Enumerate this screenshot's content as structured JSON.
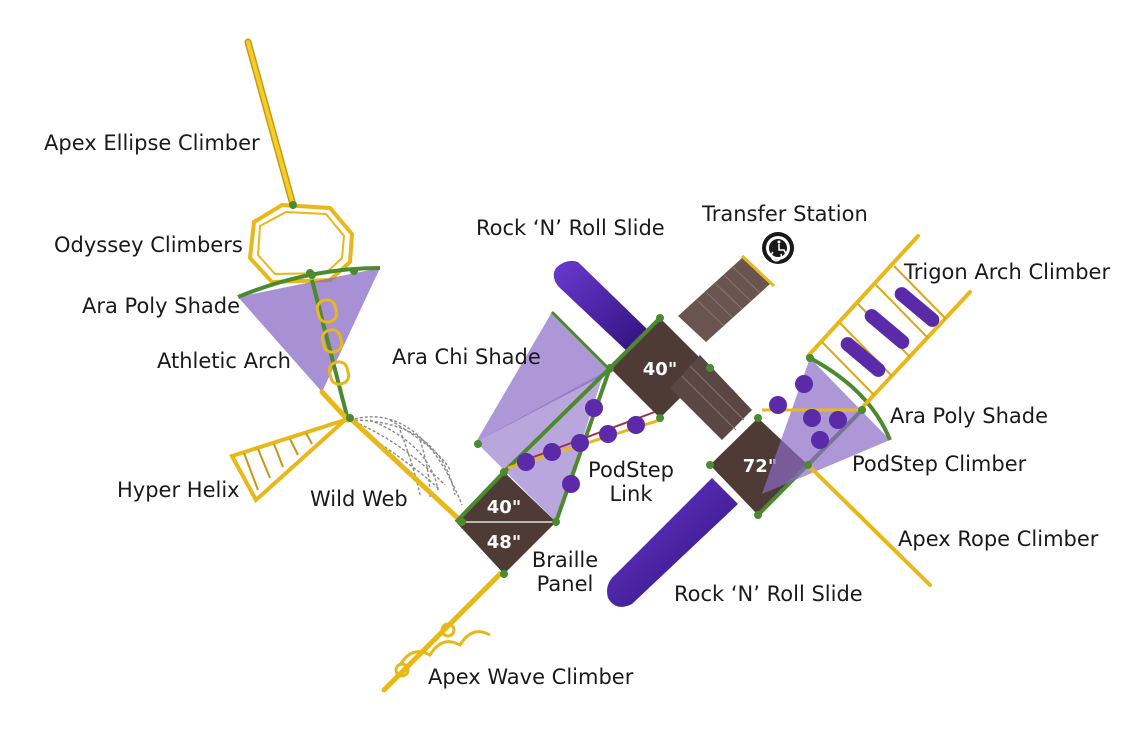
{
  "labels": {
    "apex_ellipse_climber": "Apex Ellipse Climber",
    "odyssey_climbers": "Odyssey Climbers",
    "ara_poly_shade_left": "Ara Poly Shade",
    "athletic_arch": "Athletic Arch",
    "hyper_helix": "Hyper Helix",
    "wild_web": "Wild Web",
    "rock_n_roll_slide_top": "Rock ‘N’ Roll Slide",
    "transfer_station": "Transfer Station",
    "ara_chi_shade": "Ara Chi Shade",
    "podstep_link_1": "PodStep",
    "podstep_link_2": "Link",
    "braille_panel_1": "Braille",
    "braille_panel_2": "Panel",
    "apex_wave_climber": "Apex Wave Climber",
    "trigon_arch_climber": "Trigon Arch Climber",
    "ara_poly_shade_right": "Ara Poly Shade",
    "podstep_climber": "PodStep Climber",
    "apex_rope_climber": "Apex Rope Climber",
    "rock_n_roll_slide_bottom": "Rock ‘N’ Roll Slide"
  },
  "decks": {
    "deck_a_top": "40\"",
    "deck_a_bottom": "48\"",
    "deck_b": "40\"",
    "deck_c": "72\""
  },
  "colors": {
    "frame_yellow": "#f2c417",
    "frame_green": "#4b8a2e",
    "deck_brown": "#4e3b36",
    "shade_purple": "#8a6bc4",
    "slide_purple": "#4a1fa0",
    "pod_purple": "#5a2aa8"
  },
  "icons": {
    "accessibility": "wheelchair-transfer-icon"
  }
}
